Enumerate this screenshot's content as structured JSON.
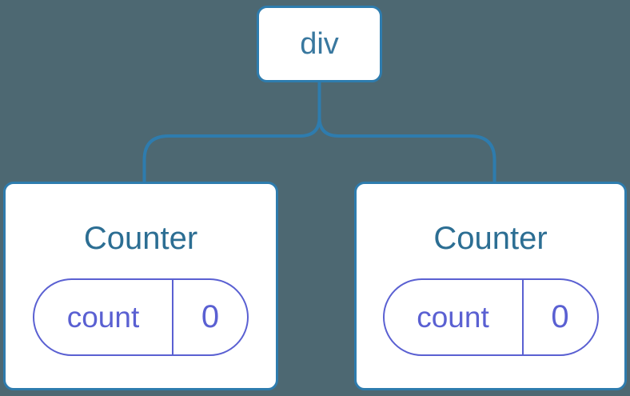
{
  "diagram": {
    "root": {
      "label": "div"
    },
    "children": [
      {
        "title": "Counter",
        "state": {
          "name": "count",
          "value": "0"
        }
      },
      {
        "title": "Counter",
        "state": {
          "name": "count",
          "value": "0"
        }
      }
    ]
  },
  "colors": {
    "background": "#4d6872",
    "node_border": "#2e7cae",
    "node_fill": "#ffffff",
    "root_text": "#39789f",
    "title_text": "#2c6e93",
    "state_accent": "#5a60d2"
  }
}
